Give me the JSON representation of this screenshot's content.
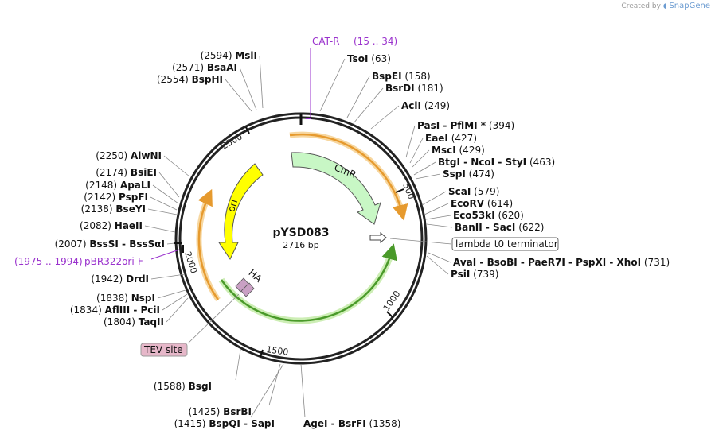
{
  "credit": {
    "prefix": "Created by",
    "brand": "SnapGene"
  },
  "plasmid": {
    "name": "pYSD083",
    "size_label": "2716 bp"
  },
  "ticks": [
    "500",
    "1000",
    "1500",
    "2000",
    "2500"
  ],
  "features": [
    {
      "name": "CmR",
      "color": "#c8f7c5"
    },
    {
      "name": "ori",
      "color": "#ffff00"
    },
    {
      "name": "HA",
      "color": "#c9a0c4"
    },
    {
      "name": "lambda t0 terminator",
      "color": "#ffffff"
    },
    {
      "name": "TEV site",
      "color": "#e6b7c9"
    }
  ],
  "primers": [
    {
      "name": "CAT-R",
      "range": "(15 .. 34)"
    },
    {
      "name": "pBR322ori-F",
      "range": "(1975 .. 1994)"
    }
  ],
  "sites_right": [
    {
      "name": "TsoI",
      "pos": "(63)"
    },
    {
      "name": "BspEI",
      "pos": "(158)"
    },
    {
      "name": "BsrDI",
      "pos": "(181)"
    },
    {
      "name": "AclI",
      "pos": "(249)"
    },
    {
      "name": "PasI  -  PflMI *",
      "pos": "(394)"
    },
    {
      "name": "EaeI",
      "pos": "(427)"
    },
    {
      "name": "MscI",
      "pos": "(429)"
    },
    {
      "name": "BtgI  -  NcoI  -  StyI",
      "pos": "(463)"
    },
    {
      "name": "SspI",
      "pos": "(474)"
    },
    {
      "name": "ScaI",
      "pos": "(579)"
    },
    {
      "name": "EcoRV",
      "pos": "(614)"
    },
    {
      "name": "Eco53kI",
      "pos": "(620)"
    },
    {
      "name": "BanII  -  SacI",
      "pos": "(622)"
    },
    {
      "name": "AvaI  -  BsoBI  -  PaeR7I  -  PspXI  -  XhoI",
      "pos": "(731)"
    },
    {
      "name": "PsiI",
      "pos": "(739)"
    }
  ],
  "sites_bottom": [
    {
      "name": "AgeI  -  BsrFI",
      "pos": "(1358)"
    },
    {
      "name": "BspQI  -  SapI",
      "pos": "(1415)"
    },
    {
      "name": "BsrBI",
      "pos": "(1425)"
    },
    {
      "name": "BsgI",
      "pos": "(1588)"
    }
  ],
  "sites_left": [
    {
      "name": "TaqII",
      "pos": "(1804)"
    },
    {
      "name": "AflIII  -  PciI",
      "pos": "(1834)"
    },
    {
      "name": "NspI",
      "pos": "(1838)"
    },
    {
      "name": "DrdI",
      "pos": "(1942)"
    },
    {
      "name": "BssSI  -  BssSαI",
      "pos": "(2007)"
    },
    {
      "name": "HaeII",
      "pos": "(2082)"
    },
    {
      "name": "BseYI",
      "pos": "(2138)"
    },
    {
      "name": "PspFI",
      "pos": "(2142)"
    },
    {
      "name": "ApaLI",
      "pos": "(2148)"
    },
    {
      "name": "BsiEI",
      "pos": "(2174)"
    },
    {
      "name": "AlwNI",
      "pos": "(2250)"
    },
    {
      "name": "BspHI",
      "pos": "(2554)"
    },
    {
      "name": "BsaAI",
      "pos": "(2571)"
    },
    {
      "name": "MslI",
      "pos": "(2594)"
    }
  ]
}
